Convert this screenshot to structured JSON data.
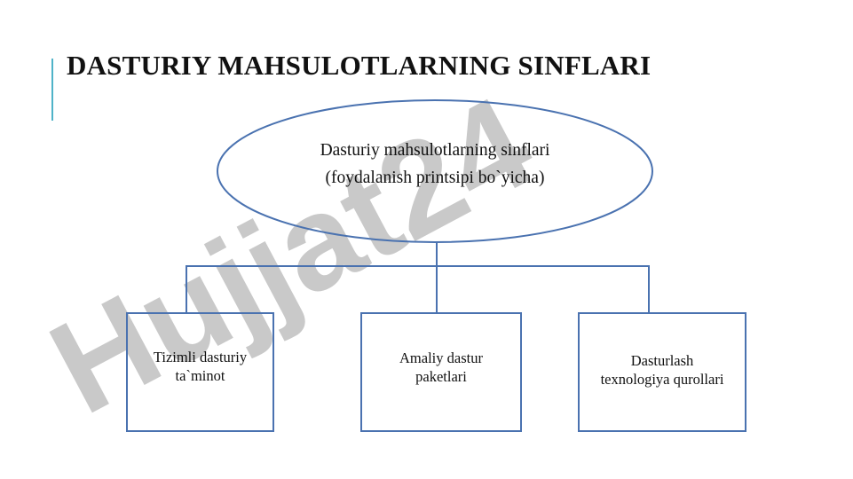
{
  "slide": {
    "title": "DASTURIY MAHSULOTLARNING SINFLARI"
  },
  "diagram": {
    "root": {
      "line1": "Dasturiy mahsulotlarning sinflari",
      "line2": "(foydalanish printsipi bo`yicha)"
    },
    "children": [
      {
        "line1": "Tizimli dasturiy",
        "line2": "ta`minot"
      },
      {
        "line1": "Amaliy dastur",
        "line2": "paketlari"
      },
      {
        "line1": "Dasturlash",
        "line2": "texnologiya qurollari"
      }
    ],
    "stroke_color": "#4a72b0"
  },
  "watermark": {
    "text": "Hujjat24",
    "colors": [
      "#c0c0c0",
      "#c9b8f0"
    ]
  },
  "accent_color": "#4fb3c8"
}
